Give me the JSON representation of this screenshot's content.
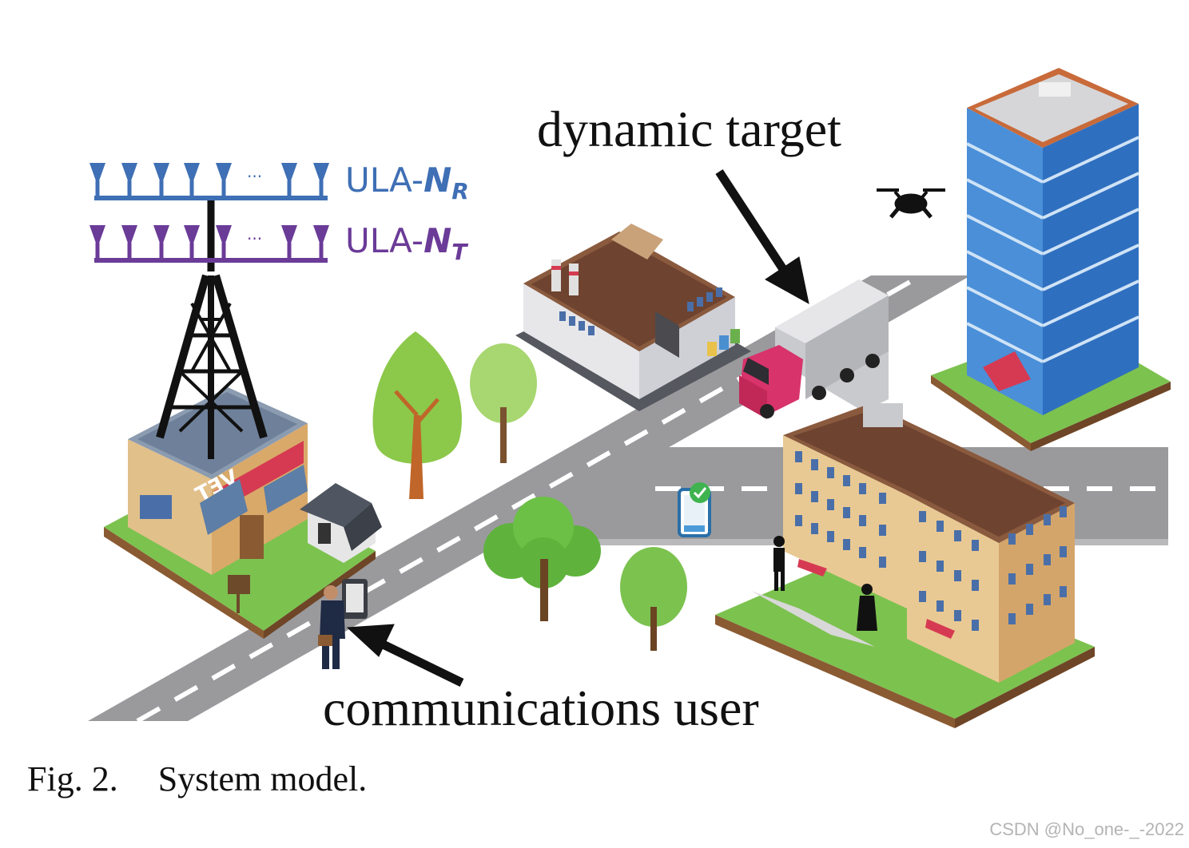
{
  "labels": {
    "dynamic_target": "dynamic target",
    "communications_user": "communications user",
    "ula_rx_prefix": "ULA-",
    "ula_rx_var": "N",
    "ula_rx_sub": "R",
    "ula_tx_prefix": "ULA-",
    "ula_tx_var": "N",
    "ula_tx_sub": "T",
    "ellipsis": "···",
    "vet_sign": "VET"
  },
  "caption": {
    "number": "Fig. 2.",
    "text": "System model."
  },
  "watermark": "CSDN @No_one-_-2022",
  "colors": {
    "rx_array": "#3f6fb5",
    "tx_array": "#6b3b98",
    "road": "#9a9a9d",
    "grass": "#7cc24f",
    "truck_cab": "#d8336b",
    "tower": "#111111"
  },
  "icons": {
    "antenna_rx": "ula-receive-array-icon",
    "antenna_tx": "ula-transmit-array-icon",
    "tower": "base-station-tower-icon",
    "truck": "truck-icon",
    "drone": "drone-icon",
    "phone": "smartphone-check-icon",
    "user": "businessman-with-phone-icon"
  }
}
